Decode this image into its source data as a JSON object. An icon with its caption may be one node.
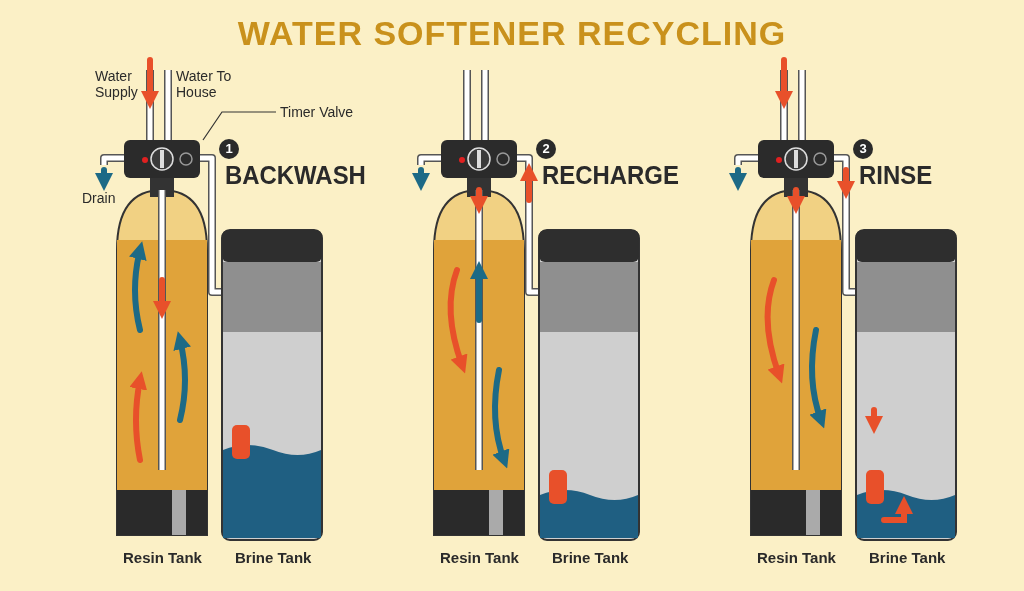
{
  "diagram": {
    "title": "WATER SOFTENER RECYCLING",
    "nodes": [
      {
        "text": [
          "Timer Valve"
        ]
      },
      {
        "text": [],
        "shape": "picture"
      },
      {
        "text": [
          "1"
        ],
        "beside": [
          "BACKWASH"
        ]
      },
      {
        "text": [
          "2"
        ],
        "beside": [
          "RECHARGE"
        ]
      },
      {
        "text": [
          "3"
        ],
        "beside": [
          "RINSE"
        ]
      }
    ],
    "edges": [
      {
        "from": 0,
        "to": 1,
        "arrow": "none"
      }
    ],
    "labels": [
      "Water Supply",
      "Water To House",
      "Drain",
      "Resin Tank",
      "Brine Tank",
      "Resin Tank",
      "Brine Tank",
      "Resin Tank",
      "Brine Tank"
    ]
  }
}
